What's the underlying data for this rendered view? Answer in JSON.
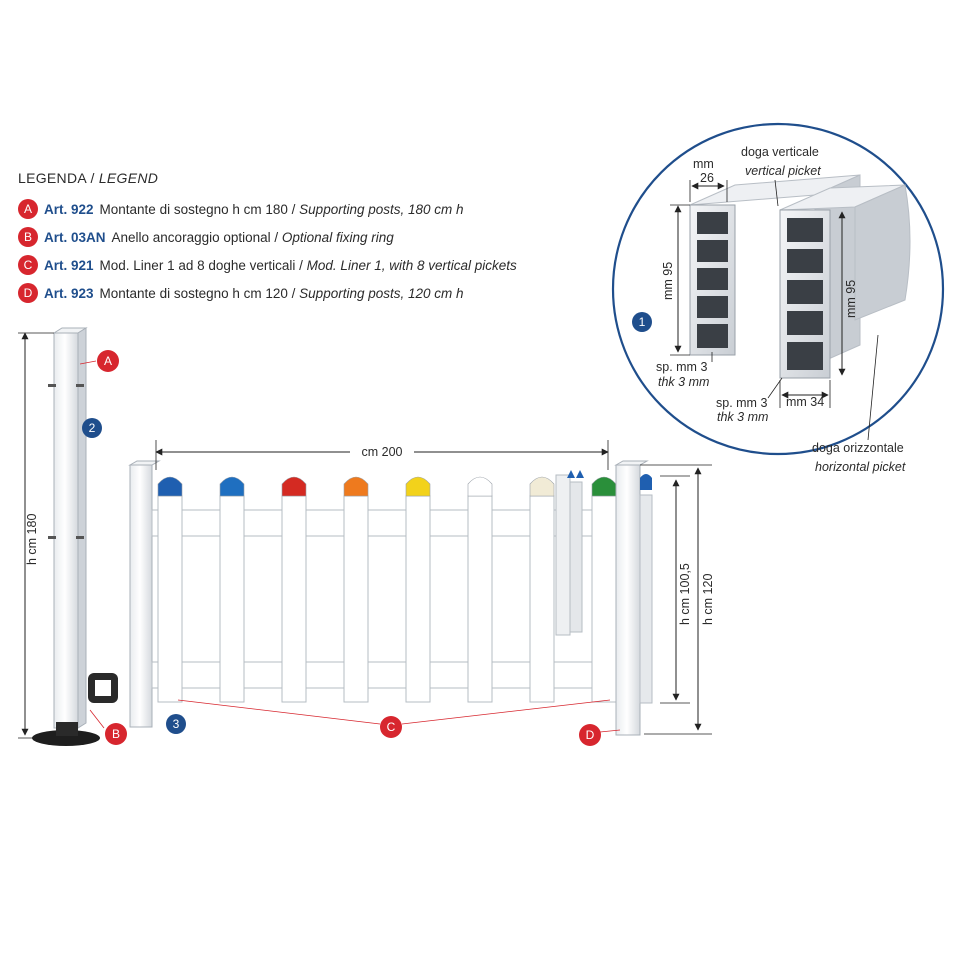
{
  "legend": {
    "title": "LEGENDA",
    "title_en": "LEGEND",
    "items": [
      {
        "badge": "A",
        "art": "Art. 922",
        "it": "Montante di sostegno h cm 180",
        "en": "Supporting posts, 180 cm h"
      },
      {
        "badge": "B",
        "art": "Art. 03AN",
        "it": "Anello ancoraggio optional",
        "en": "Optional fixing ring"
      },
      {
        "badge": "C",
        "art": "Art. 921",
        "it": "Mod. Liner 1 ad 8 doghe verticali",
        "en": "Mod. Liner 1, with 8 vertical pickets"
      },
      {
        "badge": "D",
        "art": "Art. 923",
        "it": "Montante di sostegno h cm 120",
        "en": "Supporting posts, 120 cm h"
      }
    ]
  },
  "detail": {
    "badge": "1",
    "mm": "mm",
    "width_v": "26",
    "height_v": "mm 95",
    "height_h": "mm 95",
    "thk_v_it": "sp. mm 3",
    "thk_v_en": "thk 3 mm",
    "thk_h_it": "sp. mm 3",
    "thk_h_en": "thk 3 mm",
    "width_h": "mm 34",
    "vertical_it": "doga verticale",
    "vertical_en": "vertical picket",
    "horizontal_it": "doga orizzontale",
    "horizontal_en": "horizontal picket"
  },
  "fence": {
    "width_label": "cm 200",
    "post_a_height": "h cm 180",
    "h_100": "h cm 100,5",
    "h_120": "h cm 120",
    "badges": {
      "a": "A",
      "b": "B",
      "c": "C",
      "d": "D",
      "n2": "2",
      "n3": "3"
    },
    "cap_colors": [
      "#1f5fb0",
      "#1f6fc0",
      "#d42a22",
      "#ee7a1e",
      "#f2d21b",
      "#ffffff",
      "#f1ebd6",
      "#2a8f3a"
    ],
    "accent_red": "#d7262e",
    "accent_blue": "#1f4e8c"
  }
}
